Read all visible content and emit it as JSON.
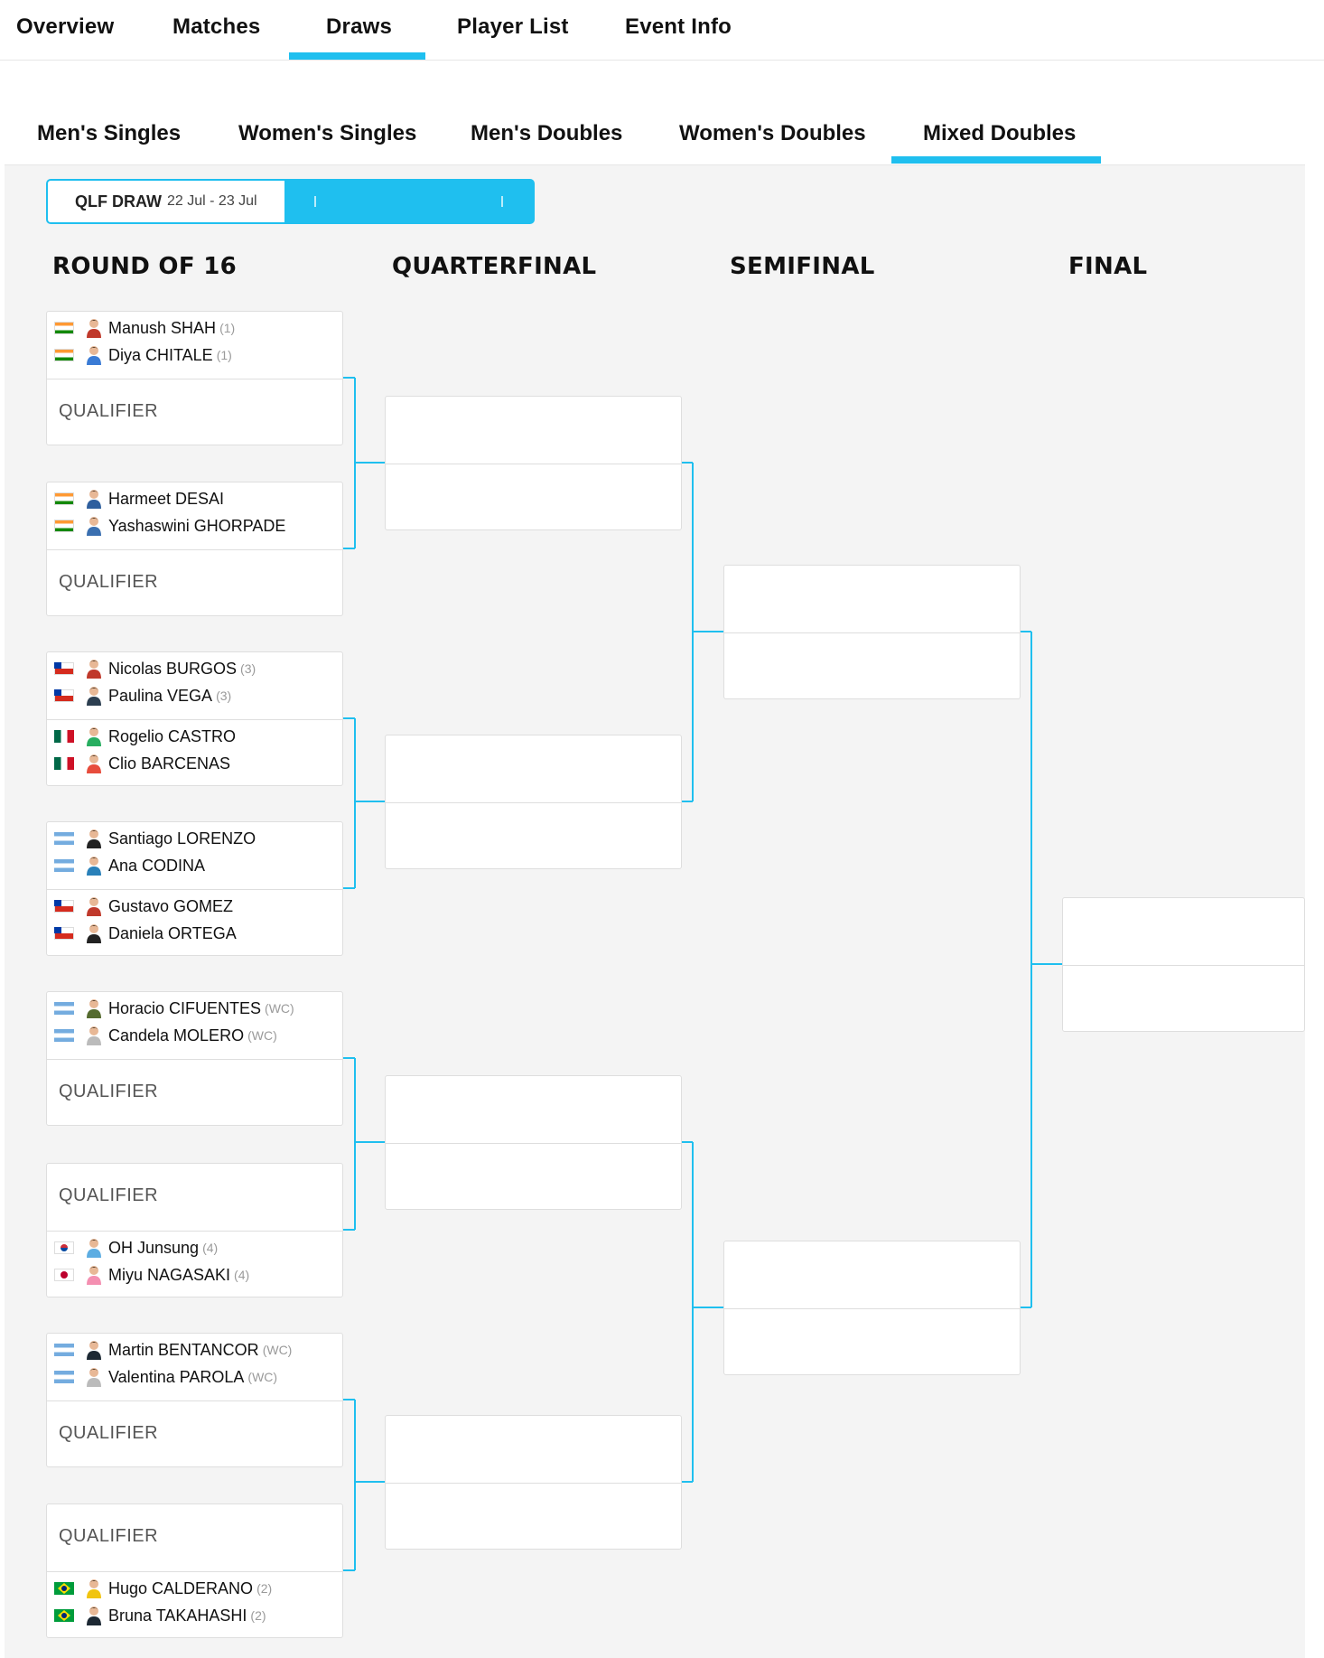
{
  "top_nav": {
    "tabs": [
      "Overview",
      "Matches",
      "Draws",
      "Player List",
      "Event Info"
    ],
    "active": "Draws"
  },
  "event_nav": {
    "tabs": [
      "Men's Singles",
      "Women's Singles",
      "Men's Doubles",
      "Women's Doubles",
      "Mixed Doubles"
    ],
    "active": "Mixed Doubles"
  },
  "stage_selector": {
    "name": "QLF DRAW",
    "dates": "22 Jul - 23 Jul"
  },
  "rounds": [
    "ROUND OF 16",
    "QUARTERFINAL",
    "SEMIFINAL",
    "FINAL"
  ],
  "qualifier_label": "QUALIFIER",
  "accent_color": "#1fbfef",
  "round_of_16": [
    {
      "top": {
        "p1": {
          "name": "Manush SHAH",
          "seed": "(1)",
          "flag": "IND"
        },
        "p2": {
          "name": "Diya CHITALE",
          "seed": "(1)",
          "flag": "IND"
        }
      },
      "bottom": "qualifier"
    },
    {
      "top": {
        "p1": {
          "name": "Harmeet DESAI",
          "seed": "",
          "flag": "IND"
        },
        "p2": {
          "name": "Yashaswini GHORPADE",
          "seed": "",
          "flag": "IND"
        }
      },
      "bottom": "qualifier"
    },
    {
      "top": {
        "p1": {
          "name": "Nicolas BURGOS",
          "seed": "(3)",
          "flag": "CHI"
        },
        "p2": {
          "name": "Paulina VEGA",
          "seed": "(3)",
          "flag": "CHI"
        }
      },
      "bottom": {
        "p1": {
          "name": "Rogelio CASTRO",
          "seed": "",
          "flag": "MEX"
        },
        "p2": {
          "name": "Clio BARCENAS",
          "seed": "",
          "flag": "MEX"
        }
      }
    },
    {
      "top": {
        "p1": {
          "name": "Santiago LORENZO",
          "seed": "",
          "flag": "ARG"
        },
        "p2": {
          "name": "Ana CODINA",
          "seed": "",
          "flag": "ARG"
        }
      },
      "bottom": {
        "p1": {
          "name": "Gustavo GOMEZ",
          "seed": "",
          "flag": "CHI"
        },
        "p2": {
          "name": "Daniela ORTEGA",
          "seed": "",
          "flag": "CHI"
        }
      }
    },
    {
      "top": {
        "p1": {
          "name": "Horacio CIFUENTES",
          "seed": "(WC)",
          "flag": "ARG"
        },
        "p2": {
          "name": "Candela MOLERO",
          "seed": "(WC)",
          "flag": "ARG"
        }
      },
      "bottom": "qualifier"
    },
    {
      "top": "qualifier",
      "bottom": {
        "p1": {
          "name": "OH Junsung",
          "seed": "(4)",
          "flag": "KOR"
        },
        "p2": {
          "name": "Miyu NAGASAKI",
          "seed": "(4)",
          "flag": "JPN"
        }
      }
    },
    {
      "top": {
        "p1": {
          "name": "Martin BENTANCOR",
          "seed": "(WC)",
          "flag": "ARG"
        },
        "p2": {
          "name": "Valentina PAROLA",
          "seed": "(WC)",
          "flag": "ARG"
        }
      },
      "bottom": "qualifier"
    },
    {
      "top": "qualifier",
      "bottom": {
        "p1": {
          "name": "Hugo CALDERANO",
          "seed": "(2)",
          "flag": "BRA"
        },
        "p2": {
          "name": "Bruna TAKAHASHI",
          "seed": "(2)",
          "flag": "BRA"
        }
      }
    }
  ],
  "avatar_colors": {
    "Manush SHAH": "#c0392b",
    "Diya CHITALE": "#3a7bd5",
    "Harmeet DESAI": "#2f5f9e",
    "Yashaswini GHORPADE": "#3a6fb0",
    "Nicolas BURGOS": "#c0392b",
    "Paulina VEGA": "#2c3e50",
    "Rogelio CASTRO": "#27ae60",
    "Clio BARCENAS": "#e74c3c",
    "Santiago LORENZO": "#222222",
    "Ana CODINA": "#2980b9",
    "Gustavo GOMEZ": "#c0392b",
    "Daniela ORTEGA": "#222222",
    "Horacio CIFUENTES": "#556b2f",
    "Candela MOLERO": "#bbbbbb",
    "OH Junsung": "#5dade2",
    "Miyu NAGASAKI": "#f48fb1",
    "Martin BENTANCOR": "#1c2833",
    "Valentina PAROLA": "#bbbbbb",
    "Hugo CALDERANO": "#f1c40f",
    "Bruna TAKAHASHI": "#1c2833"
  }
}
